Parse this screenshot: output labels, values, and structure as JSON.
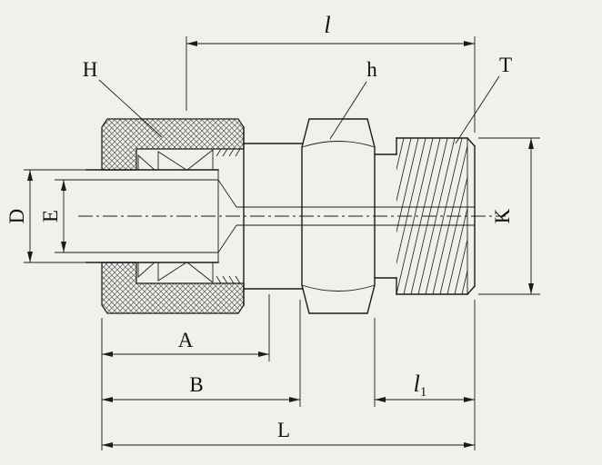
{
  "labels": {
    "l": "l",
    "H": "H",
    "h": "h",
    "T": "T",
    "D": "D",
    "E": "E",
    "K": "K",
    "A": "A",
    "B": "B",
    "l1_base": "l",
    "l1_sub": "1",
    "L": "L"
  },
  "colors": {
    "line": "#1b1b1b",
    "background": "#f1f0ec",
    "hatch": "#5a5a5a"
  }
}
